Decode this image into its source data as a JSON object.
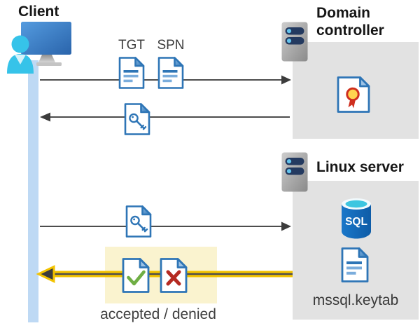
{
  "client": {
    "label": "Client",
    "icon": "user-at-computer-icon"
  },
  "domain_controller": {
    "label": "Domain controller",
    "icon": "server-icon",
    "box_contents": [
      "certificate-document-icon"
    ]
  },
  "linux_server": {
    "label": "Linux server",
    "icon": "server-icon",
    "sql_badge_text": "SQL",
    "keytab_label": "mssql.keytab",
    "box_contents": [
      "sql-database-icon",
      "keytab-document-icon"
    ]
  },
  "messages": [
    {
      "direction": "right",
      "from": "client",
      "to": "domain_controller",
      "labels": {
        "tgt": "TGT",
        "spn": "SPN"
      },
      "icons": [
        "tgt-document-icon",
        "spn-document-icon"
      ]
    },
    {
      "direction": "left",
      "from": "domain_controller",
      "to": "client",
      "icons": [
        "key-document-icon"
      ]
    },
    {
      "direction": "right",
      "from": "client",
      "to": "linux_server",
      "icons": [
        "key-document-icon"
      ]
    },
    {
      "direction": "left",
      "from": "linux_server",
      "to": "client",
      "highlighted": true,
      "icons": [
        "accepted-document-icon",
        "denied-document-icon"
      ],
      "caption": "accepted / denied"
    }
  ],
  "colors": {
    "doc_blue": "#2e75b6",
    "doc_fold_light": "#9dc3e6",
    "lifeline_blue": "#bed9f4",
    "box_gray": "#e2e2e2",
    "highlight_yellow": "#faf3cf",
    "arrow_gray": "#4d4d4d",
    "arrow_yellow": "#f3c300",
    "check_green": "#6fae44",
    "cross_red": "#b52a21",
    "person_cyan": "#36c3e9",
    "sql_blue": "#0e5ca7",
    "seal_yellow": "#ffd44f",
    "seal_red": "#cf2e1e"
  }
}
